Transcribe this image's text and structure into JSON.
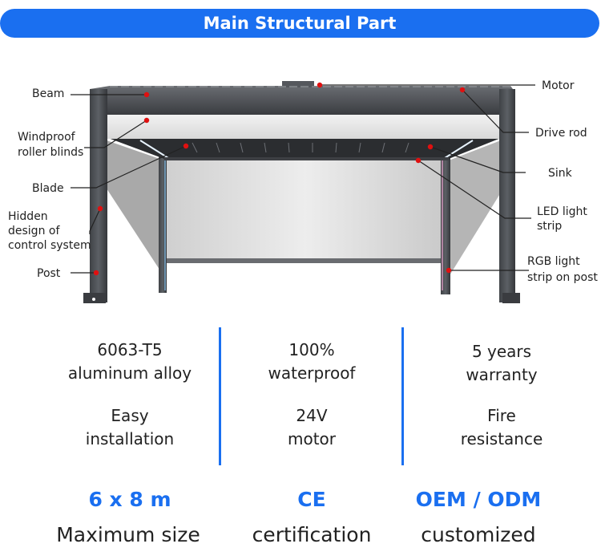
{
  "banner": {
    "title": "Main Structural Part"
  },
  "callouts": {
    "beam": "Beam",
    "windproof_1": "Windproof",
    "windproof_2": "roller blinds",
    "blade": "Blade",
    "hidden_1": "Hidden",
    "hidden_2": "design of",
    "hidden_3": "control system",
    "post": "Post",
    "motor": "Motor",
    "drive_rod": "Drive rod",
    "sink": "Sink",
    "led_1": "LED light",
    "led_2": "strip",
    "rgb_1": "RGB light",
    "rgb_2": "strip on post"
  },
  "specs": {
    "col1": {
      "top": [
        "6063-T5",
        "aluminum alloy"
      ],
      "bottom": [
        "Easy",
        "installation"
      ]
    },
    "col2": {
      "top": [
        "100%",
        "waterproof"
      ],
      "bottom": [
        "24V",
        "motor"
      ]
    },
    "col3": {
      "top": [
        "5 years",
        "warranty"
      ],
      "bottom": [
        "Fire",
        "resistance"
      ]
    }
  },
  "highlights": [
    {
      "value": "6 x 8 m",
      "label": "Maximum size"
    },
    {
      "value": "CE",
      "label": "certification"
    },
    {
      "value": "OEM / ODM",
      "label": "customized"
    }
  ],
  "colors": {
    "accent": "#1a6ff0",
    "frame": "#4a4d52",
    "marker": "#e01010"
  }
}
